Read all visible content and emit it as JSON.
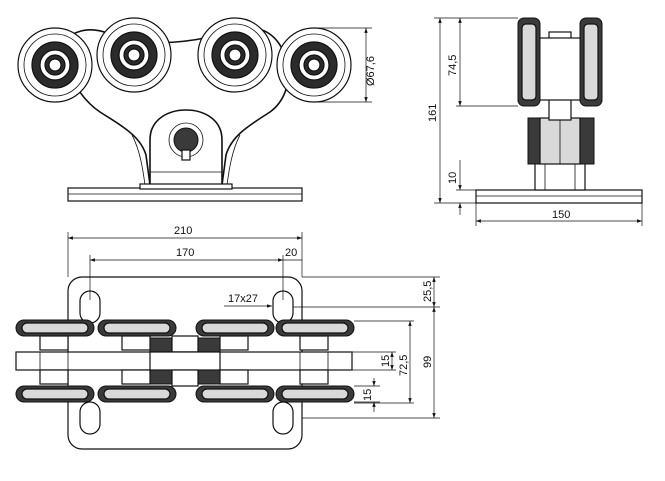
{
  "drawing": {
    "title": "Trolley with four pairs of wheels – technical drawing",
    "front_view": {
      "wheel_diameter": "Ø67,6"
    },
    "side_view": {
      "height_total": "161",
      "height_wheel": "74,5",
      "plate_thickness": "10",
      "plate_width": "150"
    },
    "top_view": {
      "plate_length": "210",
      "hole_spacing": "170",
      "hole_edge": "20",
      "hole_offset": "25,5",
      "slot_size": "17x27",
      "overall_width": "99",
      "wheel_spacing": "72,5",
      "axle_width_upper": "15",
      "axle_width_lower": "15"
    }
  }
}
